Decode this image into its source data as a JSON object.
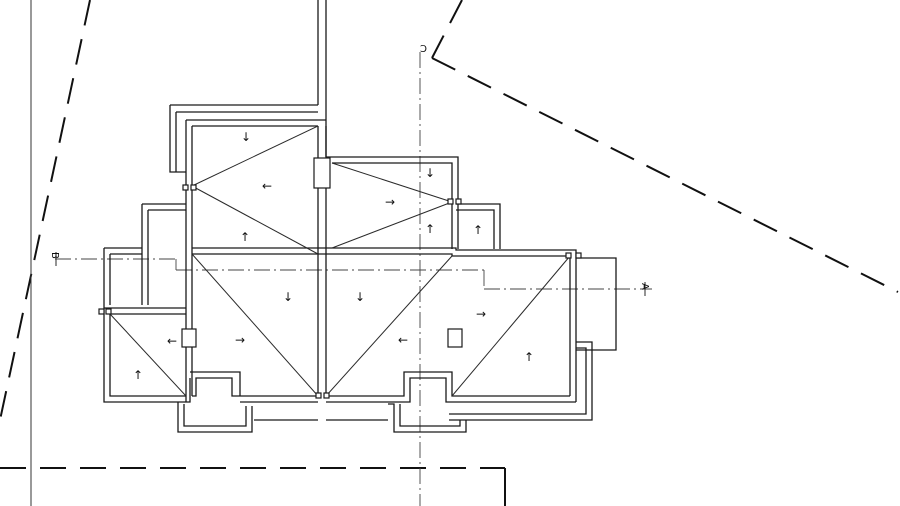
{
  "drawing": {
    "section_marks": {
      "a": "A",
      "b": "B",
      "c": "C"
    },
    "slope_marks": [
      {
        "id": "n1",
        "glyph": "↓"
      },
      {
        "id": "n2",
        "glyph": "←"
      },
      {
        "id": "n3",
        "glyph": "↑"
      },
      {
        "id": "n4",
        "glyph": "→"
      },
      {
        "id": "n5",
        "glyph": "↓"
      },
      {
        "id": "n6",
        "glyph": "↑"
      },
      {
        "id": "n7",
        "glyph": "↑"
      },
      {
        "id": "n8",
        "glyph": "↓"
      },
      {
        "id": "n9",
        "glyph": "↓"
      },
      {
        "id": "n10",
        "glyph": "→"
      },
      {
        "id": "n11",
        "glyph": "←"
      },
      {
        "id": "n12",
        "glyph": "→"
      },
      {
        "id": "n13",
        "glyph": "↑"
      },
      {
        "id": "n14",
        "glyph": "←"
      },
      {
        "id": "n15",
        "glyph": "→"
      },
      {
        "id": "n16",
        "glyph": "↑"
      }
    ]
  }
}
